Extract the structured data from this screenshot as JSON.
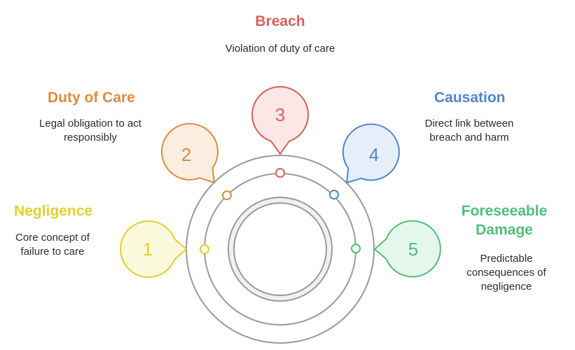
{
  "colors": {
    "ring": "#9a9a9a",
    "inner_fill": "#f1f1f1",
    "negligence": "#e3cf2e",
    "negligence_fill": "#fbf9dc",
    "duty": "#d98d3e",
    "duty_fill": "#fbeee0",
    "breach": "#d9605c",
    "breach_fill": "#fbe7e6",
    "causation": "#4f86c6",
    "causation_fill": "#e6eff9",
    "damage": "#4fbf7a",
    "damage_fill": "#e5f6ec"
  },
  "steps": [
    {
      "number": "1",
      "title": "Negligence",
      "description": "Core concept of failure to care"
    },
    {
      "number": "2",
      "title": "Duty of Care",
      "description": "Legal obligation to act responsibly"
    },
    {
      "number": "3",
      "title": "Breach",
      "description": "Violation of duty of care"
    },
    {
      "number": "4",
      "title": "Causation",
      "description": "Direct link between breach and harm"
    },
    {
      "number": "5",
      "title": "Foreseeable Damage",
      "description": "Predictable consequences of negligence"
    }
  ]
}
